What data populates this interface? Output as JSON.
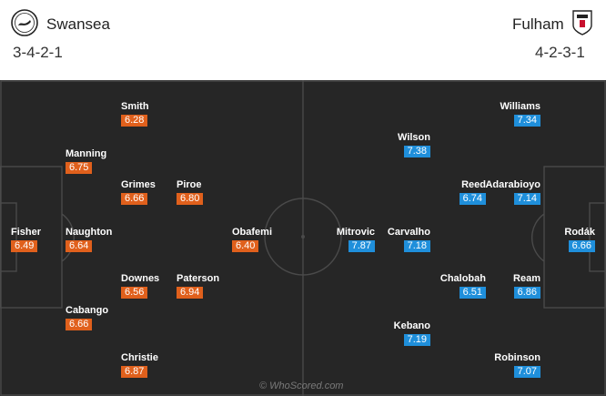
{
  "home": {
    "name": "Swansea",
    "formation": "3-4-2-1",
    "players": [
      {
        "name": "Smith",
        "rating": "6.28"
      },
      {
        "name": "Manning",
        "rating": "6.75"
      },
      {
        "name": "Grimes",
        "rating": "6.66"
      },
      {
        "name": "Piroe",
        "rating": "6.80"
      },
      {
        "name": "Fisher",
        "rating": "6.49"
      },
      {
        "name": "Naughton",
        "rating": "6.64"
      },
      {
        "name": "Obafemi",
        "rating": "6.40"
      },
      {
        "name": "Downes",
        "rating": "6.56"
      },
      {
        "name": "Paterson",
        "rating": "6.94"
      },
      {
        "name": "Cabango",
        "rating": "6.66"
      },
      {
        "name": "Christie",
        "rating": "6.87"
      }
    ]
  },
  "away": {
    "name": "Fulham",
    "formation": "4-2-3-1",
    "players": [
      {
        "name": "Williams",
        "rating": "7.34"
      },
      {
        "name": "Wilson",
        "rating": "7.38"
      },
      {
        "name": "Reed",
        "rating": "6.74"
      },
      {
        "name": "Adarabioyo",
        "rating": "7.14"
      },
      {
        "name": "Mitrovic",
        "rating": "7.87"
      },
      {
        "name": "Carvalho",
        "rating": "7.18"
      },
      {
        "name": "Rodák",
        "rating": "6.66"
      },
      {
        "name": "Chalobah",
        "rating": "6.51"
      },
      {
        "name": "Ream",
        "rating": "6.86"
      },
      {
        "name": "Kebano",
        "rating": "7.19"
      },
      {
        "name": "Robinson",
        "rating": "7.07"
      }
    ]
  },
  "watermark": "© WhoScored.com",
  "colors": {
    "home_rating": "#e0601c",
    "away_rating": "#1f8fdb",
    "pitch": "#262626"
  },
  "icons": {
    "home_crest": "swan-crest-icon",
    "away_crest": "fulham-crest-icon"
  }
}
